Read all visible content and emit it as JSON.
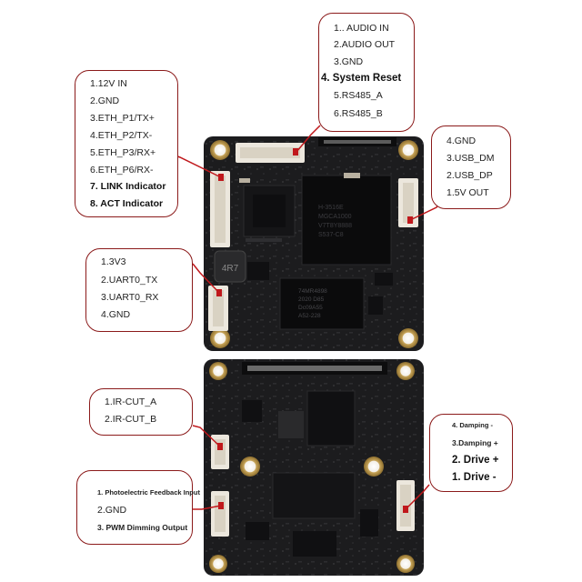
{
  "board_top": {
    "chip_main_markings": [
      "H-3516E",
      "MGCA1000",
      "V7T8Y8888",
      "S537-C8"
    ],
    "chip_memory_markings": [
      "74MR4898",
      "2020 D85",
      "Dc09A55",
      "A52-228"
    ],
    "inductor_label": "4R7"
  },
  "callouts": {
    "power_eth": {
      "lines": [
        "1.12V IN",
        "2.GND",
        "3.ETH_P1/TX+",
        "4.ETH_P2/TX-",
        "5.ETH_P3/RX+",
        "6.ETH_P6/RX-",
        "7. LINK Indicator",
        "8. ACT Indicator"
      ]
    },
    "audio_rs485": {
      "lines": [
        "1.. AUDIO IN",
        "2.AUDIO OUT",
        "3.GND",
        "4. System Reset",
        "5.RS485_A",
        "6.RS485_B"
      ]
    },
    "usb": {
      "lines": [
        "4.GND",
        "3.USB_DM",
        "2.USB_DP",
        "1.5V OUT"
      ]
    },
    "uart": {
      "lines": [
        "1.3V3",
        "2.UART0_TX",
        "3.UART0_RX",
        "4.GND"
      ]
    },
    "ircut": {
      "lines": [
        "1.IR-CUT_A",
        "2.IR-CUT_B"
      ]
    },
    "photo": {
      "lines": [
        "1. Photoelectric Feedback Input",
        "2.GND",
        "3. PWM Dimming Output"
      ]
    },
    "lens": {
      "lines": [
        "4. Damping -",
        "3.Damping +",
        "2. Drive +",
        "1. Drive -"
      ]
    }
  },
  "colors": {
    "callout_border": "#8b1a1a",
    "leader_line": "#c0181c",
    "pcb": "#1c1c1e",
    "connector": "#ece7dd"
  }
}
